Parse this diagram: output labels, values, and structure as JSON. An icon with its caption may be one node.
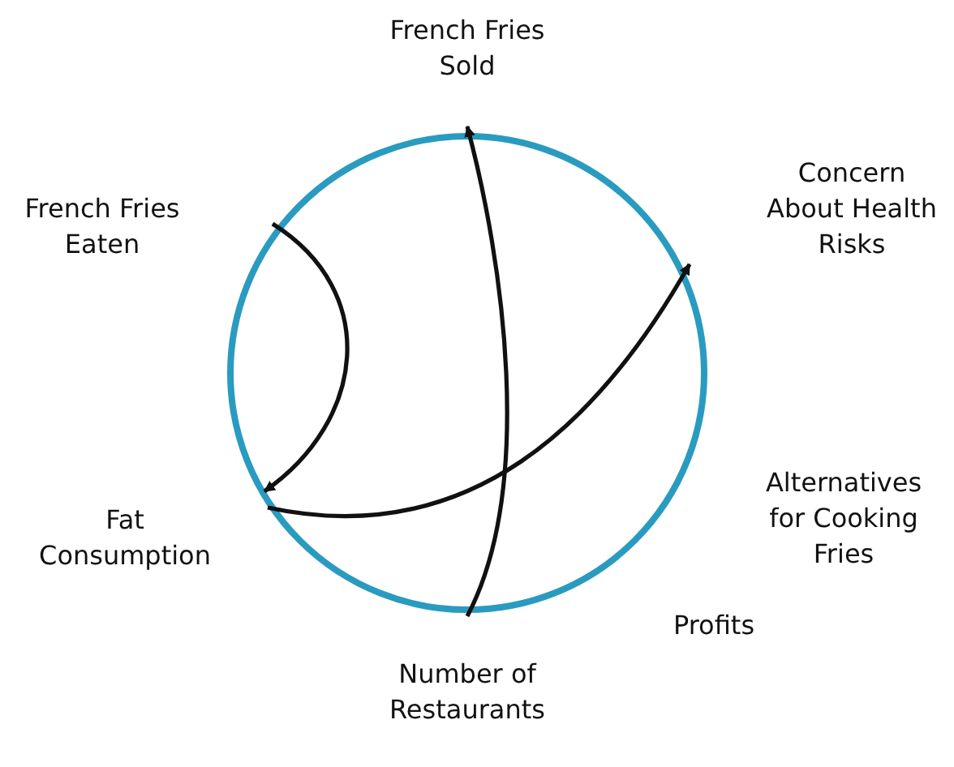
{
  "diagram": {
    "nodes": [
      {
        "text": [
          "French Fries Sold"
        ]
      },
      {
        "text": [
          "Concern About Health Risks"
        ]
      },
      {
        "text": [
          "French Fries Eaten"
        ]
      },
      {
        "text": [
          "Fat Consumption"
        ]
      },
      {
        "text": [
          "Number of Restaurants"
        ]
      }
    ],
    "edges": [
      {
        "from": 2,
        "to": 3,
        "arrow": "to"
      },
      {
        "from": 4,
        "to": 0,
        "arrow": "to"
      },
      {
        "from": 3,
        "to": 1,
        "arrow": "to"
      }
    ],
    "labels": [
      "Alternatives for Cooking Fries",
      "Profits"
    ]
  }
}
